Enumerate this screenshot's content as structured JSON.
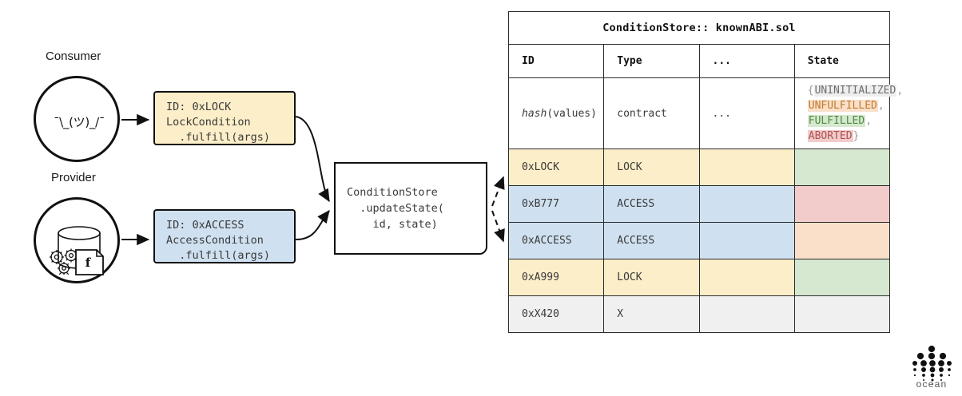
{
  "actors": {
    "consumer": {
      "label": "Consumer",
      "avatar_glyph": "¯\\_(ツ)_/¯"
    },
    "provider": {
      "label": "Provider",
      "doc_glyph": "f"
    }
  },
  "conditions": [
    {
      "name": "lock-condition",
      "line1": "ID: 0xLOCK",
      "line2": "LockCondition",
      "line3": "  .fulfill(args)",
      "fill": "#fceec9"
    },
    {
      "name": "access-condition",
      "line1": "ID: 0xACCESS",
      "line2": "AccessCondition",
      "line3": "  .fulfill(args)",
      "fill": "#cfe0f0"
    }
  ],
  "condition_store": {
    "line1": "ConditionStore",
    "line2": "  .updateState(",
    "line3": "    id, state)"
  },
  "table": {
    "title": "ConditionStore:: knownABI.sol",
    "columns": [
      "ID",
      "Type",
      "...",
      "State"
    ],
    "prototype_row": {
      "id": "hash(values)",
      "id_italic_part": "hash",
      "id_rest": "(values)",
      "type": "contract",
      "dots": "...",
      "states": [
        {
          "label": "UNINITIALIZED",
          "fill": "#eeeeee",
          "color": "#6e6e6e"
        },
        {
          "label": "UNFULFILLED",
          "fill": "#fae0c9",
          "color": "#c07a2e"
        },
        {
          "label": "FULFILLED",
          "fill": "#d6e8d0",
          "color": "#4d8c3f"
        },
        {
          "label": "ABORTED",
          "fill": "#f2cbcb",
          "color": "#b05050"
        }
      ],
      "open_brace": "{",
      "close_brace": "}",
      "comma": ","
    },
    "rows": [
      {
        "id": "0xLOCK",
        "type": "LOCK",
        "dots": "",
        "state": "",
        "row_fill": "#fceec9",
        "state_fill": "#d6e8d0"
      },
      {
        "id": "0xB777",
        "type": "ACCESS",
        "dots": "",
        "state": "",
        "row_fill": "#cfe0f0",
        "state_fill": "#f2cbcb"
      },
      {
        "id": "0xACCESS",
        "type": "ACCESS",
        "dots": "",
        "state": "",
        "row_fill": "#cfe0f0",
        "state_fill": "#fae0c9"
      },
      {
        "id": "0xA999",
        "type": "LOCK",
        "dots": "",
        "state": "",
        "row_fill": "#fceec9",
        "state_fill": "#d6e8d0"
      },
      {
        "id": "0xX420",
        "type": "X",
        "dots": "",
        "state": "",
        "row_fill": "#f0f0f0",
        "state_fill": "#f0f0f0"
      }
    ]
  },
  "branding": {
    "wordmark": "ocean"
  },
  "colors": {
    "yellow": "#fceec9",
    "blue": "#cfe0f0",
    "green": "#d6e8d0",
    "pink": "#f2cbcb",
    "peach": "#fae0c9",
    "gray": "#f0f0f0",
    "stroke": "#111111"
  }
}
